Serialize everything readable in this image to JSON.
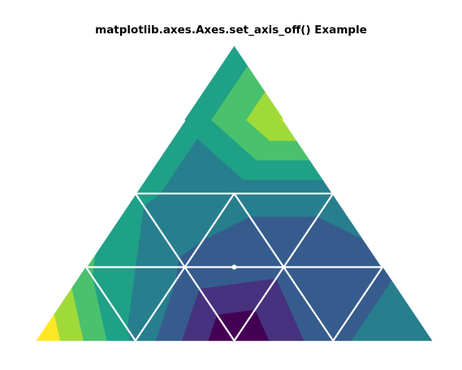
{
  "figure": {
    "title": "matplotlib.axes.Axes.set_axis_off() Example"
  },
  "chart_data": {
    "type": "tricontourf",
    "title": "matplotlib.axes.Axes.set_axis_off() Example",
    "axis_visible": false,
    "grid": false,
    "colormap": "viridis",
    "levels": 8,
    "level_colors": [
      "#440154",
      "#46327e",
      "#365c8d",
      "#277f8e",
      "#1fa187",
      "#4ac16d",
      "#a0da39",
      "#fde725"
    ],
    "triangulation": {
      "points": [
        [
          0.0,
          0.0
        ],
        [
          0.5,
          0.0
        ],
        [
          1.0,
          0.0
        ],
        [
          1.5,
          0.0
        ],
        [
          2.0,
          0.0
        ],
        [
          0.25,
          0.433
        ],
        [
          0.75,
          0.433
        ],
        [
          1.25,
          0.433
        ],
        [
          1.75,
          0.433
        ],
        [
          0.5,
          0.866
        ],
        [
          1.0,
          0.866
        ],
        [
          1.5,
          0.866
        ],
        [
          0.75,
          1.299
        ],
        [
          1.25,
          1.299
        ],
        [
          1.0,
          1.732
        ]
      ],
      "triangles": [
        [
          0,
          1,
          5
        ],
        [
          1,
          6,
          5
        ],
        [
          1,
          2,
          6
        ],
        [
          2,
          7,
          6
        ],
        [
          2,
          3,
          7
        ],
        [
          3,
          8,
          7
        ],
        [
          3,
          4,
          8
        ],
        [
          5,
          6,
          9
        ],
        [
          6,
          10,
          9
        ],
        [
          6,
          7,
          10
        ],
        [
          7,
          11,
          10
        ],
        [
          7,
          8,
          11
        ],
        [
          9,
          10,
          12
        ],
        [
          10,
          13,
          12
        ],
        [
          10,
          11,
          13
        ],
        [
          12,
          13,
          14
        ]
      ],
      "values": [
        1.0,
        0.55,
        0.15,
        0.45,
        0.55,
        0.7,
        0.45,
        0.4,
        0.45,
        0.6,
        0.5,
        0.5,
        0.6,
        0.9,
        0.6
      ]
    },
    "mesh_lines": {
      "color": "#ffffff",
      "description": "white triangle edges at the hexagon center"
    }
  }
}
